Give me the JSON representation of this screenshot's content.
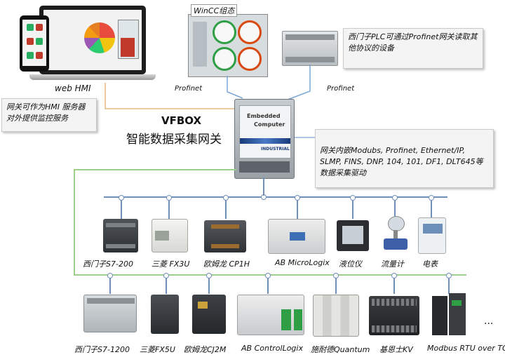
{
  "gateway": {
    "name": "VFBOX",
    "subtitle": "智能数据采集网关",
    "front_line1": "Embedded",
    "front_line2": "Computer",
    "badge": "INDUSTRIAL"
  },
  "wincc_label": "WinCC组态",
  "web_hmi_label": "web HMI",
  "links": {
    "left": "Profinet",
    "right": "Profinet"
  },
  "notes": {
    "siemens": "西门子PLC可通过Profinet网关读取其他协议的设备",
    "hmi": "网关可作为HMI 服务器对外提供监控服务",
    "protocols": "网关内嵌Modubs, Profinet, Ethernet/IP, SLMP, FINS, DNP, 104, 101, DF1, DLT645等数据采集驱动"
  },
  "bus1_devices": [
    "西门子S7-200",
    "三菱 FX3U",
    "欧姆龙 CP1H",
    "AB MicroLogix",
    "液位仪",
    "流量计",
    "电表"
  ],
  "bus2_devices": [
    "西门子S7-1200",
    "三菱FX5U",
    "欧姆龙CJ2M",
    "AB ControlLogix",
    "施耐德Quantum",
    "基恩士KV",
    "Modbus RTU over TCP"
  ],
  "ellipsis": "..."
}
